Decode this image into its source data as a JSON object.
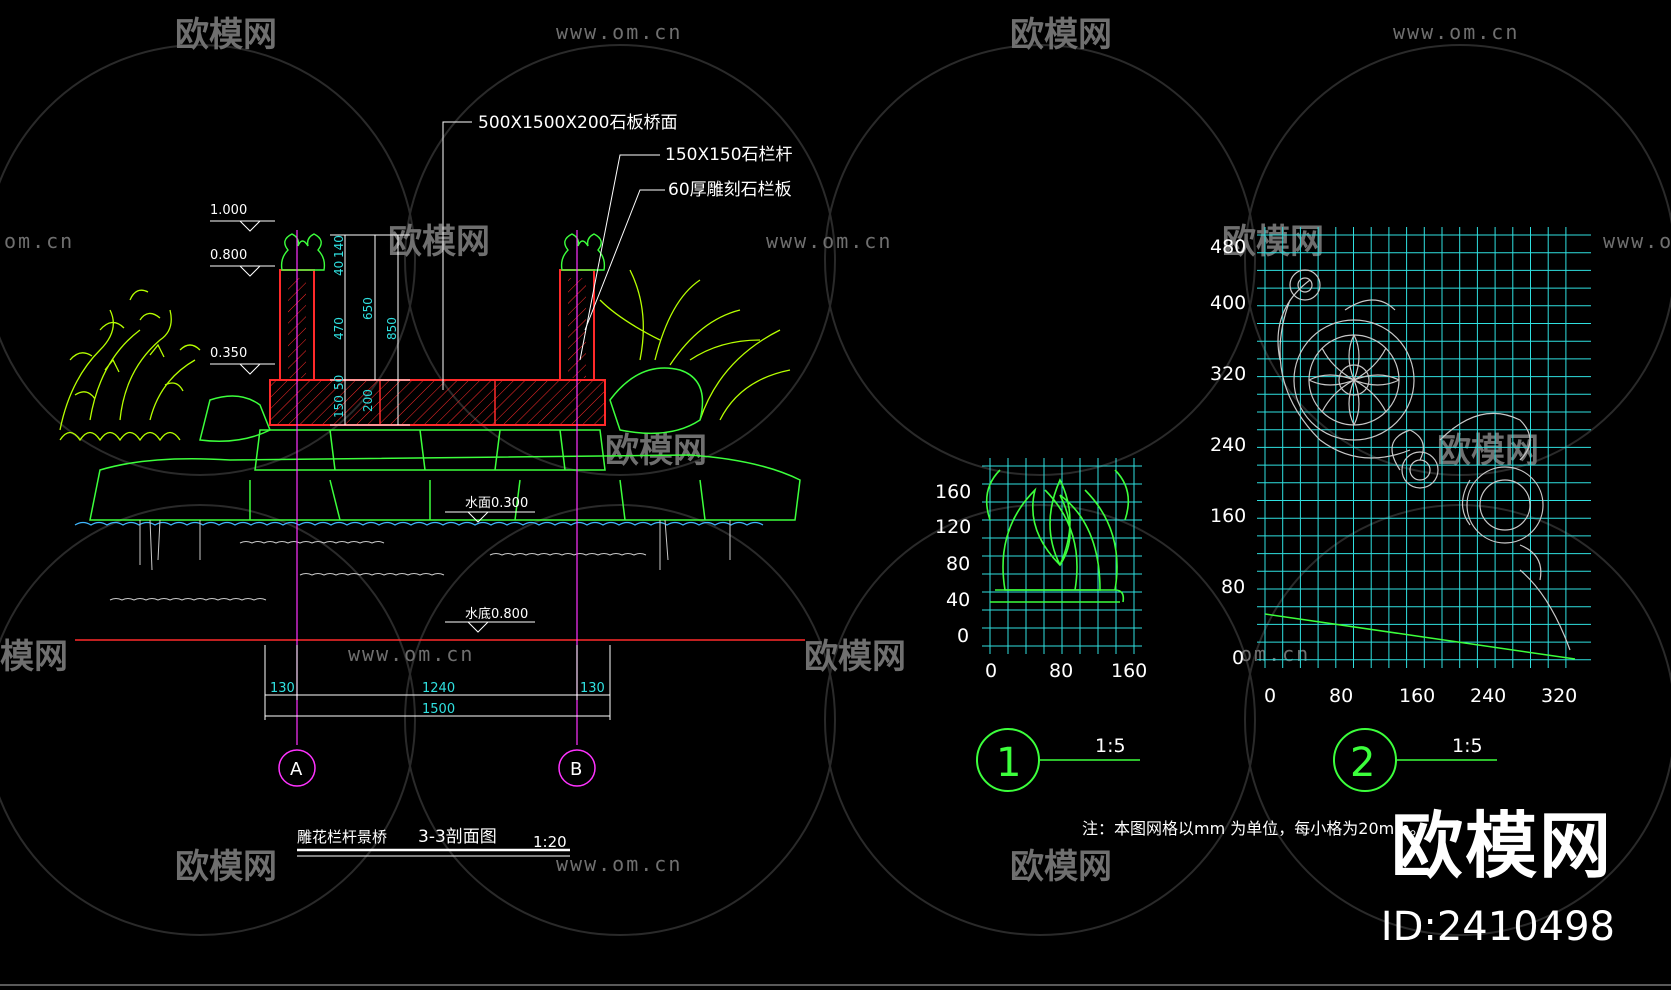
{
  "colors": {
    "background": "#000000",
    "watermark": "#6f6f6f",
    "hatch": "#ff2a2a",
    "axis": "#ff33ff",
    "dimension": "#2fe0e0",
    "plant": "#b6ff00",
    "rock": "#3cff3c",
    "water": "#3fb8ff",
    "grid": "#2fe0e0",
    "text": "#ffffff"
  },
  "watermark": {
    "logo_text": "欧模网",
    "url_text": "www.om.cn",
    "partial_url": "om.cn",
    "partial_logo": "模网"
  },
  "section": {
    "callouts": [
      "500X1500X200石板桥面",
      "150X150石栏杆",
      "60厚雕刻石栏板"
    ],
    "elevations": [
      "1.000",
      "0.800",
      "0.350"
    ],
    "vertical_dims": [
      "140",
      "40",
      "470",
      "650",
      "850",
      "150",
      "50",
      "200"
    ],
    "water_surface": "水面0.300",
    "water_bottom": "水底0.800",
    "horizontal_dims": [
      "130",
      "1240",
      "130",
      "1500"
    ],
    "axis_labels": [
      "A",
      "B"
    ],
    "title": "雕花栏杆景桥",
    "subtitle": "3-3剖面图",
    "scale": "1:20"
  },
  "detail1": {
    "y_ticks": [
      "160",
      "120",
      "80",
      "40",
      "0"
    ],
    "x_ticks": [
      "0",
      "80",
      "160"
    ],
    "marker": "1",
    "scale": "1:5"
  },
  "detail2": {
    "y_ticks": [
      "480",
      "400",
      "320",
      "240",
      "160",
      "80",
      "0"
    ],
    "x_ticks": [
      "0",
      "80",
      "160",
      "240",
      "320"
    ],
    "marker": "2",
    "scale": "1:5"
  },
  "note": "注：本图网格以mm 为单位，每小格为20mm。",
  "brand": {
    "logo": "欧模网",
    "id": "ID:2410498"
  }
}
